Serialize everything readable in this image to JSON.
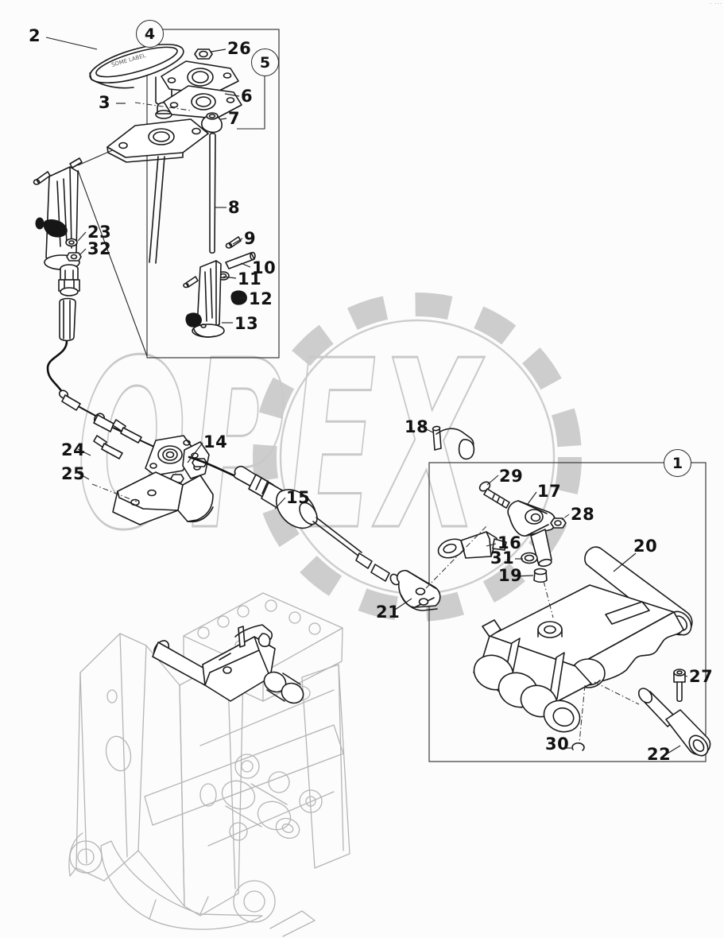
{
  "figure": {
    "watermark_text": "OPEX",
    "handle_marking": "SOME LABEL"
  },
  "callouts": {
    "c1": {
      "num": "1"
    },
    "c4": {
      "num": "4"
    },
    "c5": {
      "num": "5"
    }
  },
  "parts": {
    "p2": {
      "num": "2"
    },
    "p3": {
      "num": "3"
    },
    "p6": {
      "num": "6"
    },
    "p7": {
      "num": "7"
    },
    "p8": {
      "num": "8"
    },
    "p9": {
      "num": "9"
    },
    "p10": {
      "num": "10"
    },
    "p11": {
      "num": "11"
    },
    "p12": {
      "num": "12"
    },
    "p13": {
      "num": "13"
    },
    "p14": {
      "num": "14"
    },
    "p15": {
      "num": "15"
    },
    "p16": {
      "num": "16"
    },
    "p17": {
      "num": "17"
    },
    "p18": {
      "num": "18"
    },
    "p19": {
      "num": "19"
    },
    "p20": {
      "num": "20"
    },
    "p21": {
      "num": "21"
    },
    "p22": {
      "num": "22"
    },
    "p23": {
      "num": "23"
    },
    "p24": {
      "num": "24"
    },
    "p25": {
      "num": "25"
    },
    "p26": {
      "num": "26"
    },
    "p27": {
      "num": "27"
    },
    "p28": {
      "num": "28"
    },
    "p29": {
      "num": "29"
    },
    "p30": {
      "num": "30"
    },
    "p31": {
      "num": "31"
    },
    "p32": {
      "num": "32"
    }
  }
}
